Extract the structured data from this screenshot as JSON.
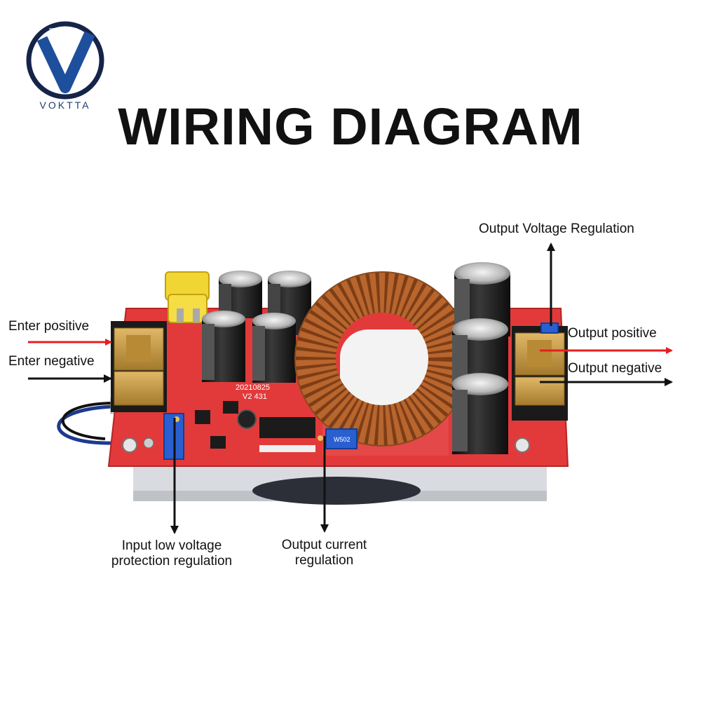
{
  "logo": {
    "brand_text": "VOKTTA",
    "colors": {
      "primary": "#1e4f9c",
      "dark": "#16244a"
    }
  },
  "title": "WIRING DIAGRAM",
  "labels": {
    "enter_positive": "Enter positive",
    "enter_negative": "Enter negative",
    "output_voltage_regulation": "Output Voltage Regulation",
    "output_positive": "Output positive",
    "output_negative": "Output negative",
    "input_low_voltage_line1": "Input low voltage",
    "input_low_voltage_line2": "protection regulation",
    "output_current_line1": "Output current",
    "output_current_line2": "regulation"
  },
  "board_marks": {
    "date_code": "20210825",
    "version": "V2 431",
    "pot_code": "W502"
  },
  "colors": {
    "pcb": "#e23a3a",
    "positive_arrow": "#e61e1e",
    "negative_arrow": "#111111",
    "copper": "#b8652e",
    "terminal": "#caa050"
  }
}
